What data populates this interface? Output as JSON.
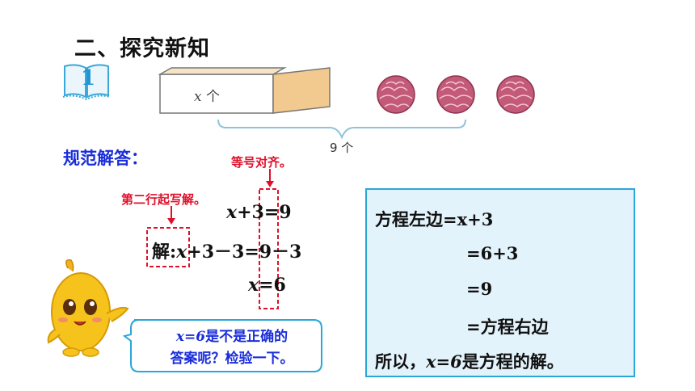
{
  "title": "二、探究新知",
  "example_number": "1",
  "illustration": {
    "box_variable": "x",
    "box_unit": "个",
    "total_label": "9 个",
    "balls_count": 3
  },
  "solution": {
    "heading": "规范解答：",
    "note_align": "等号对齐。",
    "note_second_line": "第二行起写解。",
    "equation_1": "+3=9",
    "solve_prefix": "解",
    "solve_colon": ":",
    "equation_2": "+3－3=9－3",
    "equation_3": "=6",
    "variable": "x"
  },
  "check": {
    "line1_text": "方程左边",
    "line1_math": "=x+3",
    "line2": "=6+3",
    "line3": "=9",
    "line4": "=方程右边",
    "line5_prefix": "所以，",
    "line5_math": "x=6",
    "line5_suffix": "是方程的解。"
  },
  "bubble": {
    "math": "x=6",
    "line1_rest": "是不是正确的",
    "line2": "答案呢？检验一下。"
  },
  "colors": {
    "heading_blue": "#1a2ddb",
    "note_red": "#e0102a",
    "panel_border": "#2aa7d6",
    "panel_fill": "#e3f3fb",
    "ball": "#c25a78"
  }
}
